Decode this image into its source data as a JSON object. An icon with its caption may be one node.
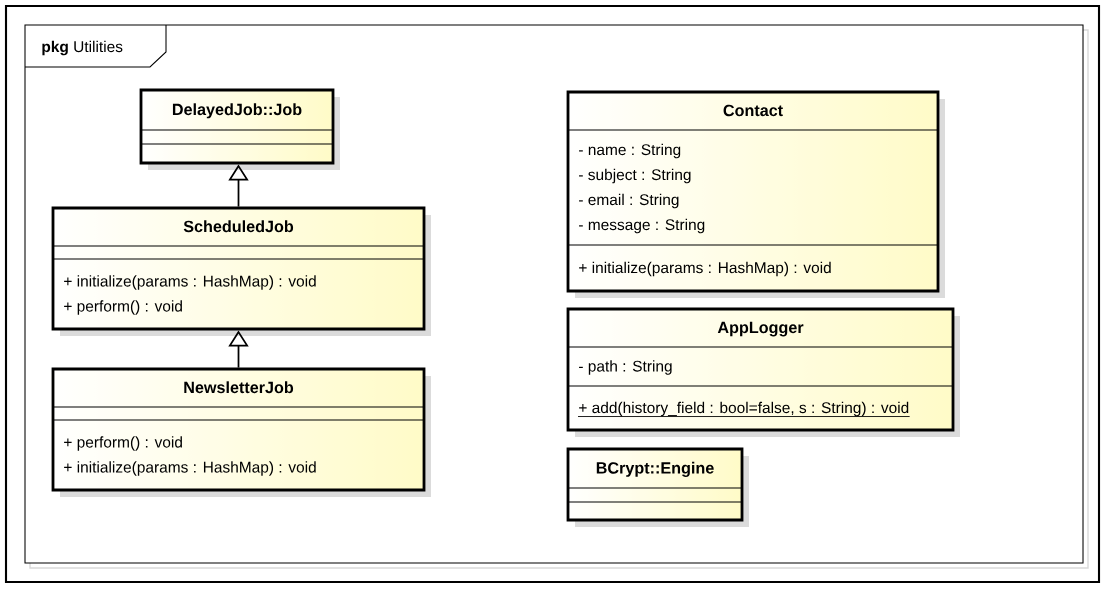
{
  "diagram": {
    "nodes": [
      {
        "text": [
          "**pkg** Utilities"
        ]
      },
      {
        "text": [
          "DelayedJob::Job"
        ],
        "in": 0
      },
      {
        "text": [
          "ScheduledJob",
          "+ initialize(params : HashMap) : void",
          "+ perform() : void"
        ],
        "in": 0
      },
      {
        "text": [
          "NewsletterJob",
          "+ perform() : void",
          "+ initialize(params : HashMap) : void"
        ],
        "in": 0
      },
      {
        "text": [
          "Contact",
          "- name : String",
          "- subject : String",
          "- email : String",
          "- message : String",
          "+ initialize(params : HashMap) : void"
        ],
        "in": 0
      },
      {
        "text": [
          "AppLogger",
          "- path : String",
          "+ add(history_field : bool=false, s : String) : void"
        ],
        "in": 0
      },
      {
        "text": [
          "BCrypt::Engine"
        ],
        "in": 0
      }
    ],
    "edges": [
      {
        "from": 2,
        "to": 1,
        "arrow": "to"
      },
      {
        "from": 3,
        "to": 2,
        "arrow": "to"
      }
    ]
  }
}
